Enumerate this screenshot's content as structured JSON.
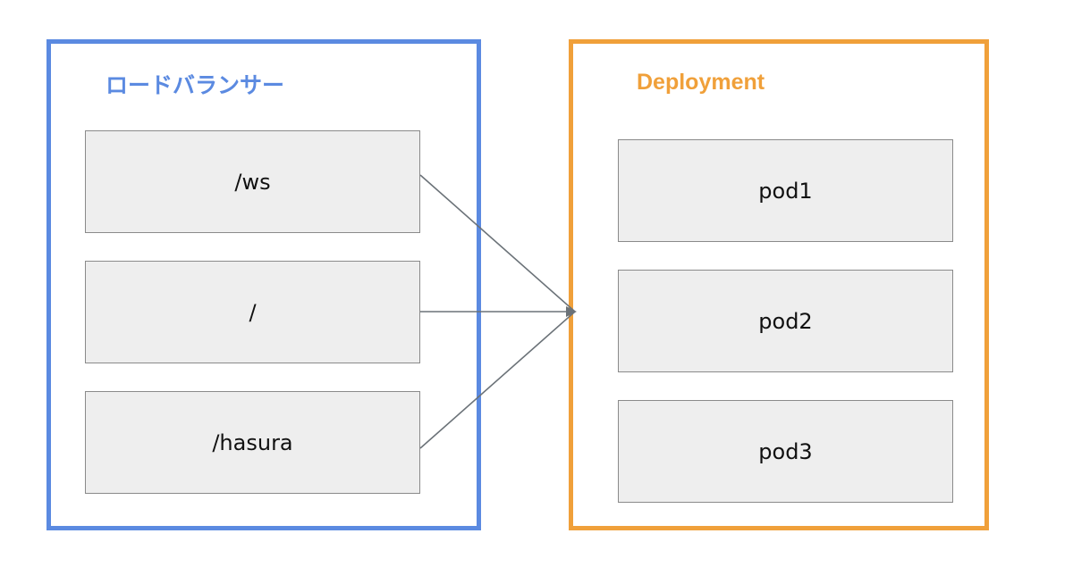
{
  "load_balancer": {
    "title": "ロードバランサー",
    "routes": [
      {
        "label": "/ws"
      },
      {
        "label": "/"
      },
      {
        "label": "/hasura"
      }
    ]
  },
  "deployment": {
    "title": "Deployment",
    "pods": [
      {
        "label": "pod1"
      },
      {
        "label": "pod2"
      },
      {
        "label": "pod3"
      }
    ]
  },
  "colors": {
    "load_balancer_border": "#5b8ae1",
    "deployment_border": "#f0a03a",
    "node_fill": "#eeeeee",
    "connector": "#6b7278"
  }
}
